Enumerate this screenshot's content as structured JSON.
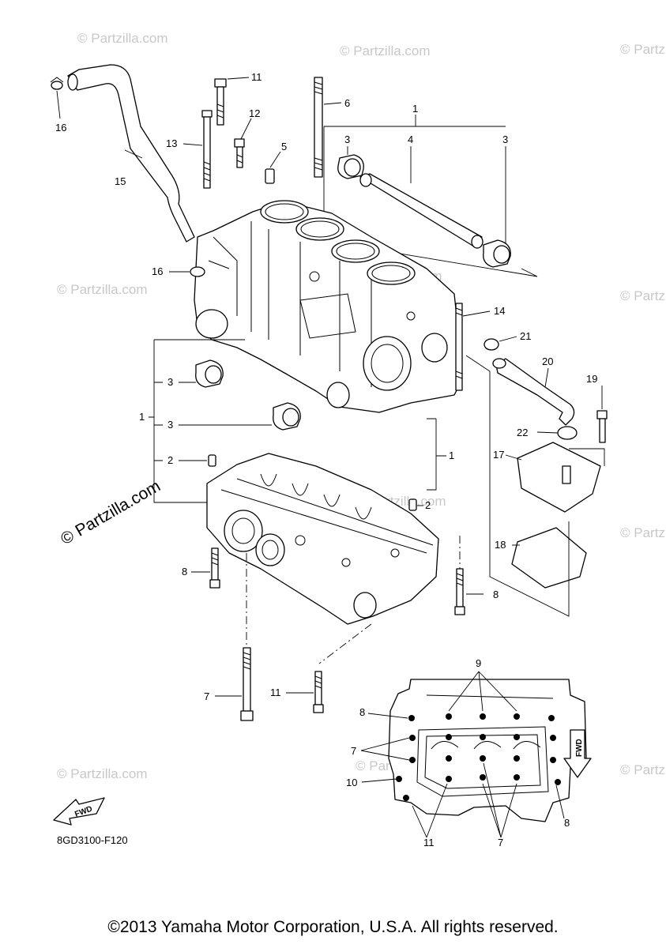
{
  "watermark": {
    "text": "© Partzilla.com",
    "brand_text": "© Partzilla.com"
  },
  "callouts": {
    "c1_top": "1",
    "c3_top_left": "3",
    "c4": "4",
    "c3_top_right": "3",
    "c5": "5",
    "c6": "6",
    "c11_top": "11",
    "c12": "12",
    "c13": "13",
    "c15": "15",
    "c16_top": "16",
    "c16_mid": "16",
    "c14": "14",
    "c21": "21",
    "c20": "20",
    "c19": "19",
    "c22": "22",
    "c17": "17",
    "c18": "18",
    "c1_left": "1",
    "c3_left_a": "3",
    "c3_left_b": "3",
    "c2_left": "2",
    "c1_right": "1",
    "c2_right": "2",
    "c8_left": "8",
    "c8_right": "8",
    "c7_bolt": "7",
    "c11_bolt": "11",
    "c9_plan": "9",
    "c8_plan_top": "8",
    "c7_plan_left": "7",
    "c10_plan": "10",
    "c11_plan": "11",
    "c7_plan_bottom": "7",
    "c8_plan_right": "8"
  },
  "fwd_labels": {
    "plan": "FWD",
    "corner": "FWD"
  },
  "diagram_code": "8GD3100-F120",
  "copyright": "©2013 Yamaha Motor Corporation, U.S.A. All rights reserved.",
  "icons": [
    "fwd-arrow-icon"
  ]
}
